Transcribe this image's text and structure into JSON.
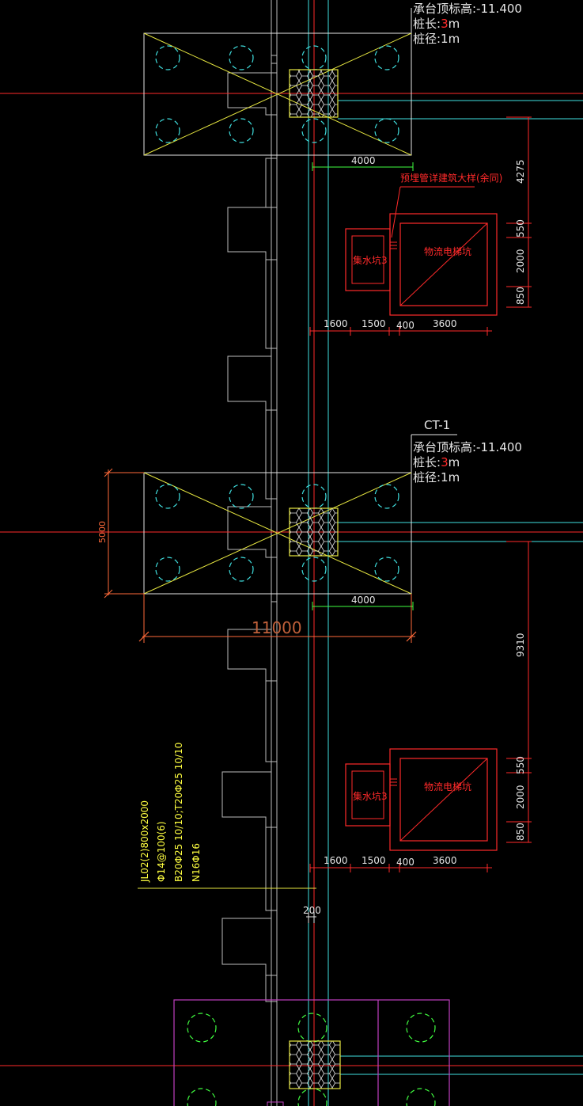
{
  "cap_top": {
    "elevation": "承台顶标高:-11.400",
    "pile_length_label": "桩长:",
    "pile_length_value": "3",
    "pile_length_unit": "m",
    "pile_diameter": "桩径:1m",
    "dim_width": "4000"
  },
  "cap_ct1": {
    "name": "CT-1",
    "elevation": "承台顶标高:-11.400",
    "pile_length_label": "桩长:",
    "pile_length_value": "3",
    "pile_length_unit": "m",
    "pile_diameter": "桩径:1m",
    "dim_width": "4000",
    "dim_height": "5000",
    "dim_total": "11000"
  },
  "pit_note": "预埋管详建筑大样(余同)",
  "elevator_pit_label": "物流电梯坑",
  "sump_label": "集水坑3",
  "dims_upper": {
    "vertical": [
      "4275",
      "550",
      "2000",
      "850"
    ],
    "horizontal": [
      "1600",
      "1500",
      "400",
      "3600"
    ]
  },
  "dims_lower": {
    "vertical": [
      "9310",
      "550",
      "2000",
      "850"
    ],
    "horizontal": [
      "1600",
      "1500",
      "400",
      "3600"
    ]
  },
  "beam": {
    "lines": [
      "JL02(2)800x2000",
      "Φ14@100(6)",
      "B20Φ25 10/10;T20Φ25 10/10",
      "N16Φ16"
    ]
  },
  "dim_200": "200",
  "colors": {
    "background": "#000000",
    "white": "#e6e6e6",
    "red": "#ff2a2a",
    "cyan": "#40e0e0",
    "yellow": "#e6e640",
    "green": "#40ff40",
    "magenta": "#c040c0"
  }
}
